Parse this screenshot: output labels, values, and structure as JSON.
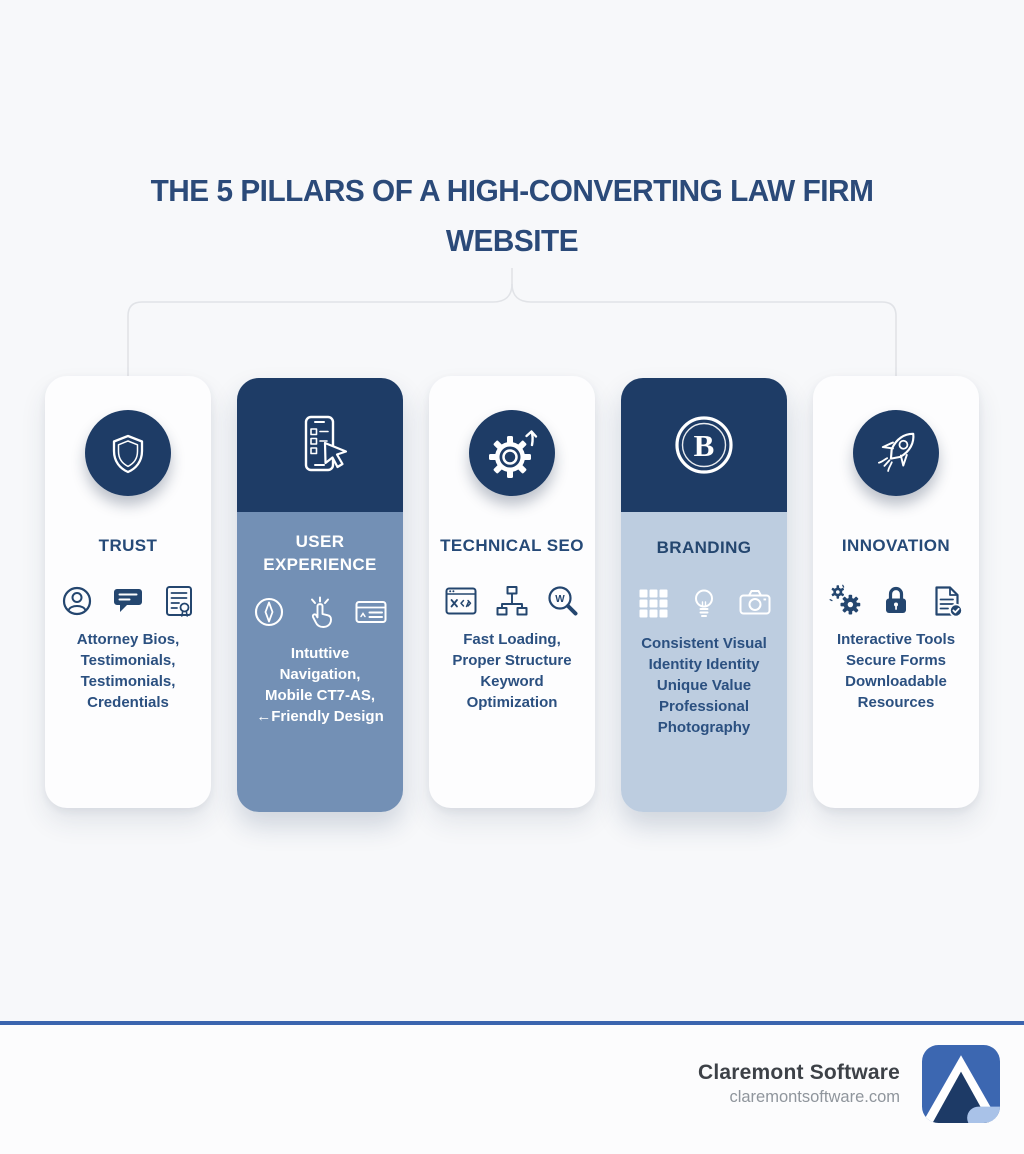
{
  "title": "THE 5 PILLARS OF A HIGH-CONVERTING LAW FIRM WEBSITE",
  "colors": {
    "navy": "#1e3c66",
    "slate_body": "#7390b5",
    "light_body": "#bdcde0",
    "card_white": "#fdfdfe",
    "text_navy": "#2b5080",
    "title_navy": "#2b4a79",
    "footer_rule_blue": "#3a64ae",
    "logo_blue": "#3c67b1",
    "logo_light_blue": "#a9c2e8"
  },
  "pillars": [
    {
      "id": "trust",
      "title": "TRUST",
      "icon": "shield-icon",
      "small_icons": [
        "person-icon",
        "chat-bubble-icon",
        "certificate-icon"
      ],
      "lines": [
        "Attorney Bios,",
        "Testimonials,",
        "Testimonials,",
        "Credentials"
      ]
    },
    {
      "id": "user-experience",
      "title": "USER EXPERIENCE",
      "icon": "mobile-tap-icon",
      "small_icons": [
        "compass-icon",
        "tap-hand-icon",
        "browser-window-icon"
      ],
      "lines": [
        "Intuttive",
        "Navigation,",
        "Mobile CT7-AS,",
        "←Friendly Design"
      ]
    },
    {
      "id": "technical-seo",
      "title": "TECHNICAL SEO",
      "icon": "gear-arrow-icon",
      "small_icons": [
        "code-window-icon",
        "sitemap-icon",
        "keyword-search-icon"
      ],
      "lines": [
        "Fast Loading,",
        "Proper Structure",
        "Keyword",
        "Optimization"
      ]
    },
    {
      "id": "branding",
      "title": "BRANDING",
      "icon": "brand-b-icon",
      "small_icons": [
        "grid-icon",
        "lightbulb-icon",
        "camera-icon"
      ],
      "lines": [
        "Consistent Visual",
        "Identity Identity",
        "Unique Value",
        "Professional",
        "Photography"
      ]
    },
    {
      "id": "innovation",
      "title": "INNOVATION",
      "icon": "rocket-icon",
      "small_icons": [
        "gears-icon",
        "lock-icon",
        "document-check-icon"
      ],
      "lines": [
        "Interactive Tools",
        "Secure Forms",
        "Downloadable",
        "Resources"
      ]
    }
  ],
  "footer": {
    "company": "Claremont Software",
    "website": "claremontsoftware.com"
  }
}
